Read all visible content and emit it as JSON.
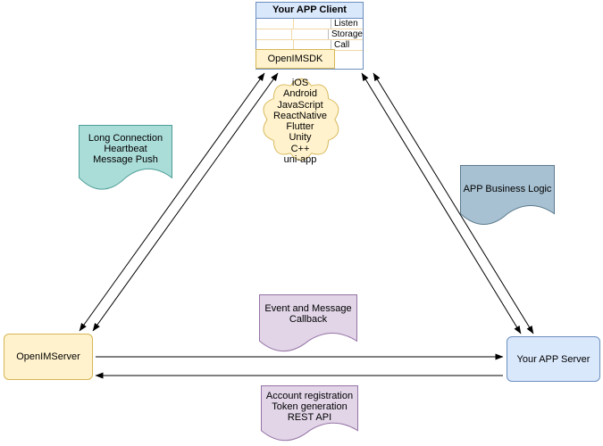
{
  "client": {
    "title": "Your APP Client",
    "hooks": [
      "Listen",
      "Storage",
      "Call"
    ],
    "sdk": "OpenIMSDK"
  },
  "cloud": {
    "platforms": [
      "iOS",
      "Android",
      "JavaScript",
      "ReactNative",
      "Flutter",
      "Unity",
      "C++",
      "uni-app"
    ]
  },
  "notes": {
    "long_connection": [
      "Long Connection",
      "Heartbeat",
      "Message Push"
    ],
    "business_logic": [
      "APP Business Logic"
    ],
    "event_callback": [
      "Event and Message",
      "Callback"
    ],
    "rest_api": [
      "Account registration",
      "Token generation",
      "REST API"
    ]
  },
  "nodes": {
    "openim_server": "OpenIMServer",
    "app_server": "Your APP Server"
  },
  "colors": {
    "yellow_fill": "#fff2cc",
    "yellow_stroke": "#d6b656",
    "blue_fill": "#dae8fc",
    "blue_stroke": "#6c8ebf",
    "purple_fill": "#e1d5e7",
    "purple_stroke": "#9673a6",
    "teal_fill": "#aadcd8",
    "teal_stroke": "#4e9e97",
    "gray_fill": "#a7c1d2",
    "gray_stroke": "#5d7b8e",
    "arrow": "#000000"
  }
}
